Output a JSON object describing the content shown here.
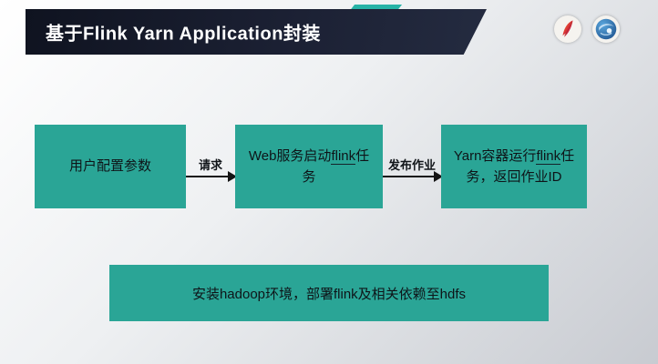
{
  "slide": {
    "title": "基于Flink Yarn Application封装",
    "logos": [
      {
        "name": "apache-feather-logo"
      },
      {
        "name": "blue-round-logo"
      }
    ],
    "colors": {
      "box_teal": "#2aa596",
      "banner_dark": "#161a2b",
      "accent_teal": "#27b3a7",
      "background_light": "#eef0f2"
    }
  },
  "diagram": {
    "boxes": [
      {
        "text": "用户配置参数"
      },
      {
        "pre": "Web服务启动",
        "underline": "flink",
        "post": "任务"
      },
      {
        "pre": "Yarn容器运行",
        "underline": "flink",
        "post": "任务，返回作业ID"
      }
    ],
    "arrows": [
      {
        "label": "请求"
      },
      {
        "label": "发布作业"
      }
    ],
    "footer": {
      "text": "安装hadoop环境，部署flink及相关依赖至hdfs"
    }
  }
}
